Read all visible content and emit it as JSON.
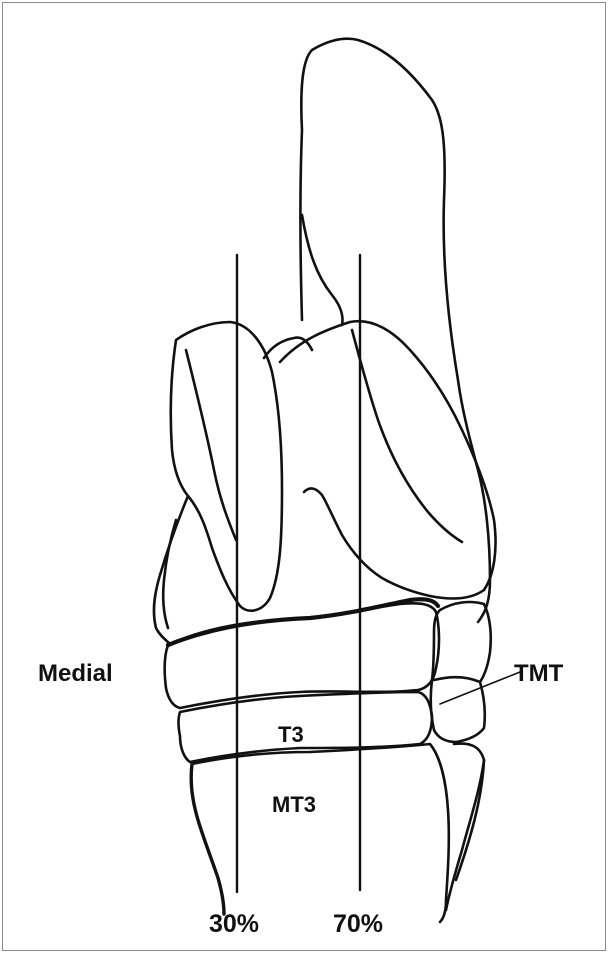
{
  "labels": {
    "medial": "Medial",
    "tmt": "TMT",
    "t3": "T3",
    "mt3": "MT3",
    "line_30": "30%",
    "line_70": "70%"
  },
  "colors": {
    "stroke": "#111111",
    "background": "#ffffff",
    "frame": "#8a8a8a"
  }
}
